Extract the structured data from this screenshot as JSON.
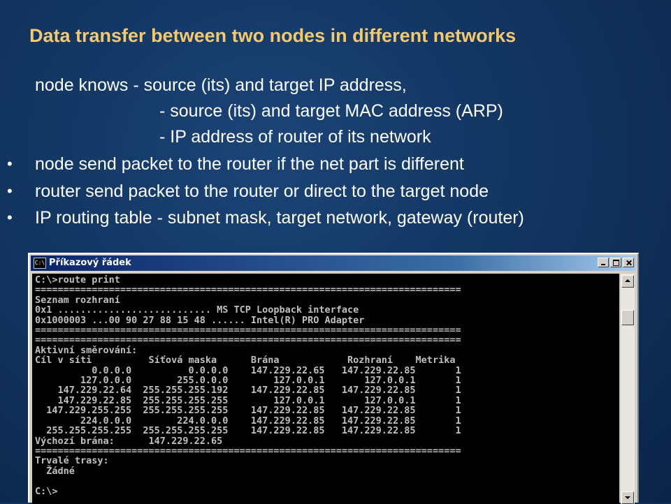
{
  "slide": {
    "title": "Data transfer between two nodes in different networks",
    "lines": [
      {
        "bullet": "",
        "text": "node knows - source (its) and target IP address,"
      },
      {
        "bullet": "",
        "text": "- source (its) and target MAC address (ARP)"
      },
      {
        "bullet": "",
        "text": "- IP address of router of its network"
      },
      {
        "bullet": "•",
        "text": "node send packet to the router if the net part is different"
      },
      {
        "bullet": "•",
        "text": "router send packet to the router or direct to the target node"
      },
      {
        "bullet": "•",
        "text": "IP routing table - subnet mask, target network, gateway (router)"
      }
    ]
  },
  "window": {
    "title": "Příkazový řádek",
    "icon": "C:\\",
    "console_lines": [
      "C:\\>route print",
      "===========================================================================",
      "Seznam rozhraní",
      "0x1 ........................... MS TCP Loopback interface",
      "0x1000003 ...00 90 27 88 15 48 ...... Intel(R) PRO Adapter",
      "===========================================================================",
      "===========================================================================",
      "Aktivní směrování:",
      "Cíl v síti          Síťová maska      Brána            Rozhraní    Metrika",
      "          0.0.0.0          0.0.0.0    147.229.22.65   147.229.22.85       1",
      "        127.0.0.0        255.0.0.0        127.0.0.1       127.0.0.1       1",
      "    147.229.22.64  255.255.255.192    147.229.22.85   147.229.22.85       1",
      "    147.229.22.85  255.255.255.255        127.0.0.1       127.0.0.1       1",
      "  147.229.255.255  255.255.255.255    147.229.22.85   147.229.22.85       1",
      "        224.0.0.0        224.0.0.0    147.229.22.85   147.229.22.85       1",
      "  255.255.255.255  255.255.255.255    147.229.22.85   147.229.22.85       1",
      "Výchozí brána:      147.229.22.65",
      "===========================================================================",
      "Trvalé trasy:",
      "  Žádné",
      "",
      "C:\\>"
    ]
  }
}
